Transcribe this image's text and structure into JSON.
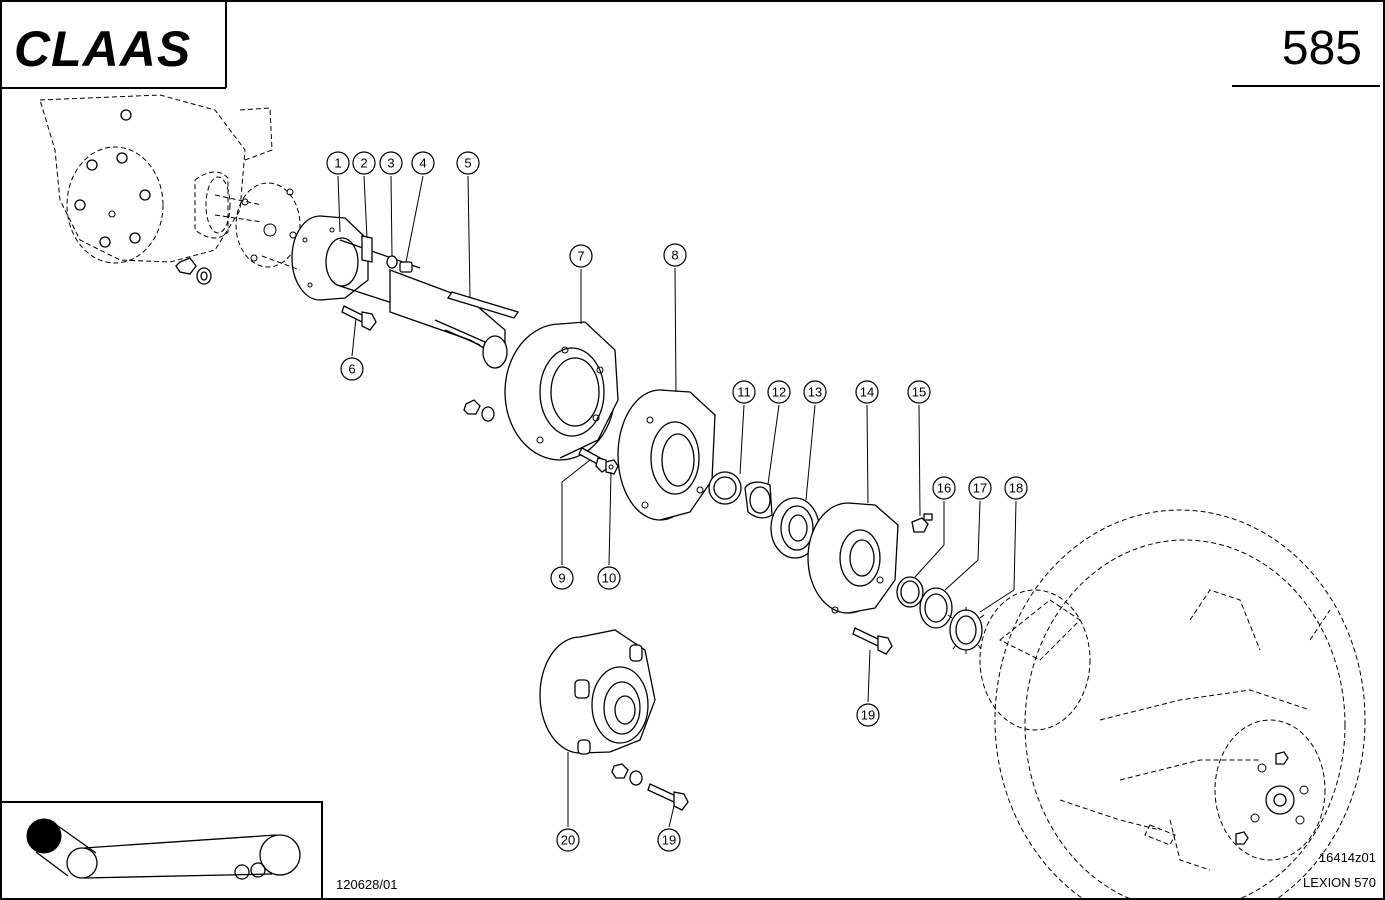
{
  "header": {
    "brand": "CLAAS",
    "page_number": "585"
  },
  "footer": {
    "drawing_number": "120628/01",
    "figure_code": "16414z01",
    "model": "LEXION 570"
  },
  "callouts": [
    "1",
    "2",
    "3",
    "4",
    "5",
    "6",
    "7",
    "8",
    "9",
    "10",
    "11",
    "12",
    "13",
    "14",
    "15",
    "16",
    "17",
    "18",
    "19",
    "19",
    "20"
  ],
  "icons": {
    "brand": "claas-logo",
    "overview": "belt-drive-overview-icon"
  }
}
